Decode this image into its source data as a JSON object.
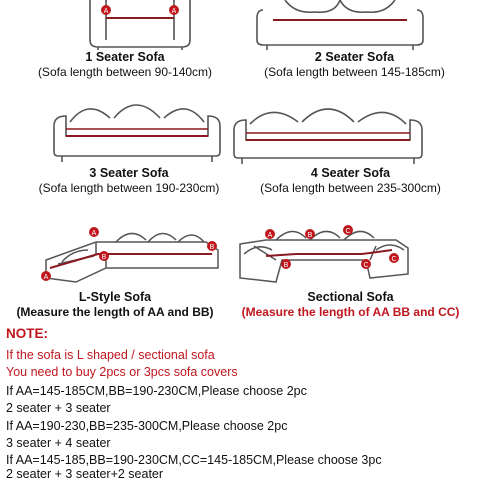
{
  "sofas": {
    "one_seater": {
      "name": "1 Seater Sofa",
      "range": "(Sofa length between 90-140cm)"
    },
    "two_seater": {
      "name": "2 Seater Sofa",
      "range": "(Sofa length between 145-185cm)"
    },
    "three_seater": {
      "name": "3 Seater Sofa",
      "range": "(Sofa length between 190-230cm)"
    },
    "four_seater": {
      "name": "4 Seater Sofa",
      "range": "(Sofa length between 235-300cm)"
    },
    "l_style": {
      "name": "L-Style Sofa",
      "measure": "(Measure the length of AA and BB)"
    },
    "sectional": {
      "name": "Sectional Sofa",
      "measure": "(Measure the length of AA BB and CC)"
    }
  },
  "markers": {
    "a": "A",
    "b": "B",
    "c": "C"
  },
  "note": {
    "title": "NOTE:",
    "intro_1": "If the sofa is L shaped / sectional sofa",
    "intro_2": "You need to buy 2pcs or 3pcs sofa covers",
    "rules": [
      {
        "condition": "If AA=145-185CM,BB=190-230CM,Please choose 2pc",
        "result": "2 seater + 3 seater"
      },
      {
        "condition": "If AA=190-230,BB=235-300CM,Please choose 2pc",
        "result": "3 seater + 4 seater"
      },
      {
        "condition": "If AA=145-185,BB=190-230CM,CC=145-185CM,Please choose 3pc",
        "result": "2 seater + 3 seater+2 seater"
      }
    ]
  },
  "colors": {
    "accent_red": "#c0171f",
    "line": "#555555",
    "cushion_line": "#8a1a1f"
  }
}
